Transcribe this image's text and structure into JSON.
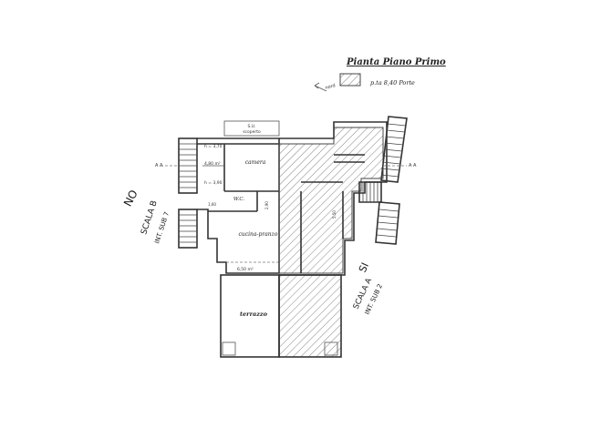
{
  "header": {
    "title": "Pianta Piano Primo",
    "legend_label": "p.ta 8,40 Porte"
  },
  "labels": {
    "arrow_text": "nord",
    "top_box_line1": "S.U.",
    "top_box_line2": "scoperto",
    "axis_left": "A  A",
    "axis_right": "A  A",
    "h_top": "h = 3,70",
    "h_bottom": "h = 3,90",
    "area_small": "4,80 m²",
    "room_camera": "camera",
    "room_wc": "W.C.",
    "room_cucina": "cucina-pranzo",
    "room_terrazzo": "terrazzo",
    "area_bottom": "6,50 m²",
    "dim_left": "1,60",
    "dim_mid": "2,90",
    "dim_right": "5,50"
  },
  "annotations": {
    "left_no": "NO",
    "left_scala": "SCALA B",
    "left_int": "INT. SUB 7",
    "right_si": "SI",
    "right_scala": "SCALA A",
    "right_int": "INT. SUB 2"
  },
  "colors": {
    "line": "#333333",
    "hatch": "#666666",
    "handwriting": "#1a1a1a"
  }
}
